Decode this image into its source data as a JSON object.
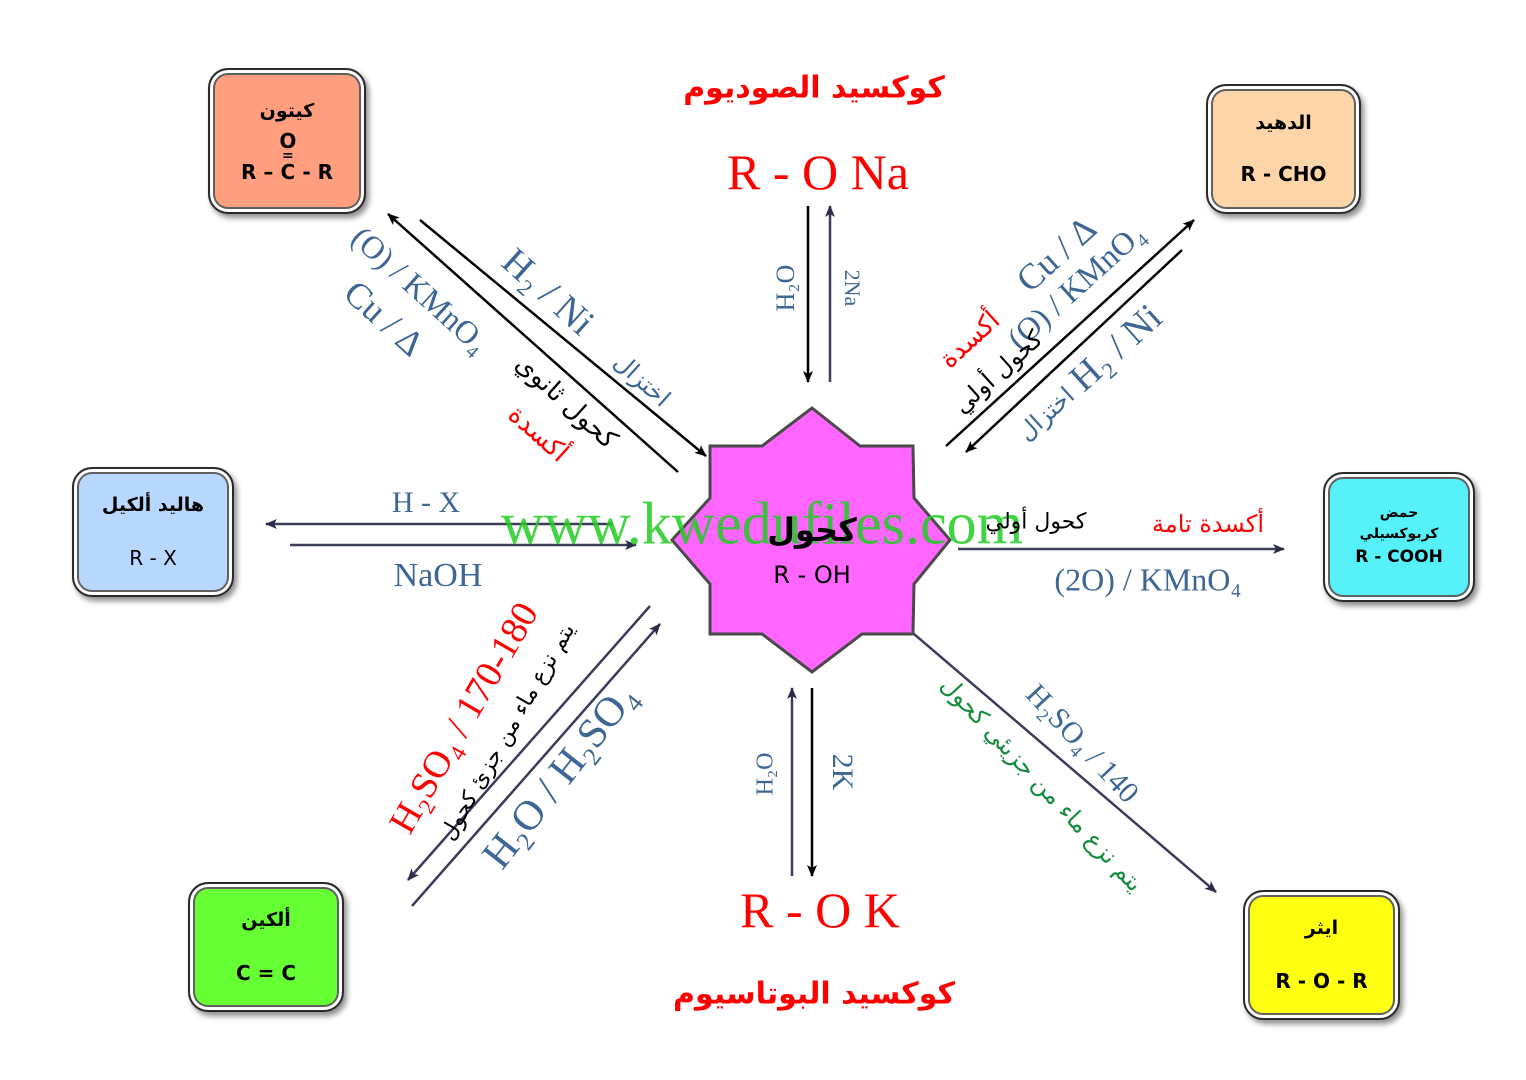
{
  "center": {
    "name": "كحول",
    "formula": "R - OH",
    "color": "#ff66ff"
  },
  "nodes": {
    "ketone": {
      "name": "كيتون",
      "o": "O",
      "dbl": "=",
      "left": "R –",
      "c": "C",
      "right": "- R",
      "color": "#ff9f80"
    },
    "aldehyde": {
      "name": "الدهيد",
      "formula": "R - CHO",
      "color": "#fcd5a8"
    },
    "alkyl_halide": {
      "name": "هاليد ألكيل",
      "formula": "R - X",
      "color": "#b8d8ff"
    },
    "carboxylic": {
      "name1": "حمض",
      "name2": "كربوكسيلي",
      "formula": "R - COOH",
      "color": "#55f0f8"
    },
    "alkene": {
      "name": "ألكين",
      "formula": "C = C",
      "color": "#66ff33"
    },
    "ether": {
      "name": "ايثر",
      "formula": "R - O - R",
      "color": "#ffff11"
    }
  },
  "sodium": {
    "title": "كوكسيد الصوديوم",
    "formula": "R - O Na",
    "down": "H₂O",
    "up": "2Na"
  },
  "potassium": {
    "title": "كوكسيد البوتاسيوم",
    "formula": "R - O K",
    "up": "H₂O",
    "down": "2K"
  },
  "ketone_reaction": {
    "reduction": "H₂ / Ni",
    "reduction_ar": "اختزال",
    "alcohol": "كحول ثانوي",
    "oxidation": "أكسدة",
    "reagent1": "(O) / KMnO₄",
    "reagent2": "Cu / ∆"
  },
  "aldehyde_reaction": {
    "reagent1": "Cu / ∆",
    "reagent2": "(O) / KMnO₄",
    "oxidation": "أكسدة",
    "alcohol": "كحول أولي",
    "reduction": "H₂ / Ni",
    "reduction_ar": "اختزال"
  },
  "halide_reaction": {
    "top": "H - X",
    "bottom": "NaOH"
  },
  "acid_reaction": {
    "alcohol": "كحول أولي",
    "oxidation": "أكسدة تامة",
    "reagent": "(2O) / KMnO₄"
  },
  "alkene_reaction": {
    "condition": "H₂SO₄ / 170-180",
    "line1": "يتم نزع ماء من جزئ كحول",
    "reverse": "H₂O / H₂SO₄"
  },
  "ether_reaction": {
    "condition": "H₂SO₄ / 140",
    "line1": "يتم نزع ماء من جزيئي كحول"
  },
  "watermark": "www.kwedufiles.com"
}
